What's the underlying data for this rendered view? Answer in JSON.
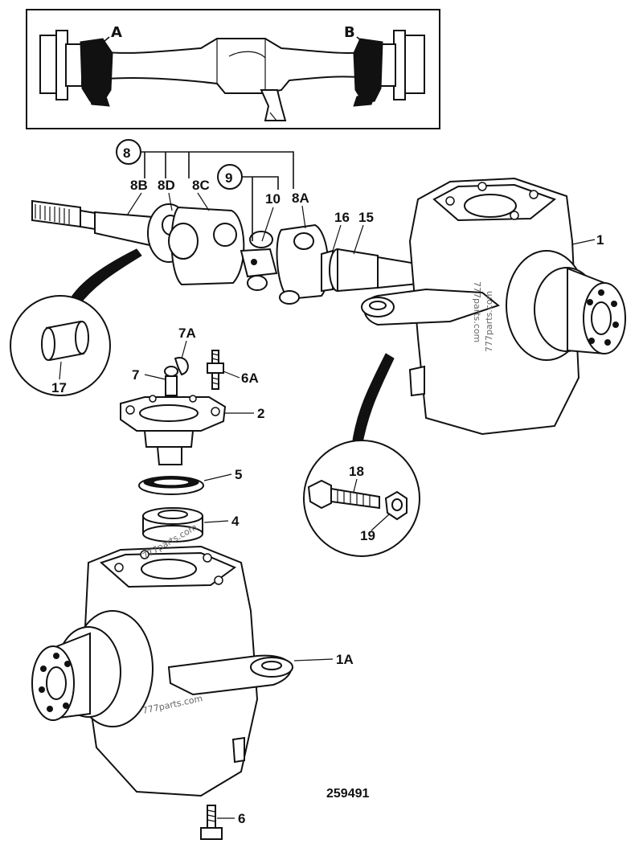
{
  "inset": {
    "label_a": "A",
    "label_b": "B"
  },
  "callouts": {
    "c1": "1",
    "c1a": "1A",
    "c2": "2",
    "c4": "4",
    "c5": "5",
    "c6": "6",
    "c6a": "6A",
    "c7": "7",
    "c7a": "7A",
    "c8": "8",
    "c8a": "8A",
    "c8b": "8B",
    "c8c": "8C",
    "c8d": "8D",
    "c9": "9",
    "c10": "10",
    "c15": "15",
    "c16": "16",
    "c17": "17",
    "c18": "18",
    "c19": "19"
  },
  "drawing_number": "259491",
  "watermarks": [
    "777parts.com",
    "777parts.com",
    "777parts.com",
    "777parts.com"
  ]
}
